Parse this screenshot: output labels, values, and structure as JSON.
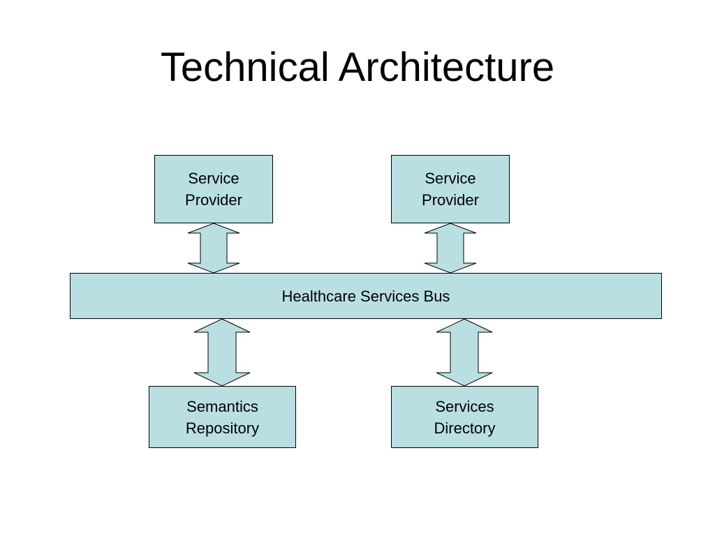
{
  "title": "Technical Architecture",
  "colors": {
    "box_fill": "#b9dfe2",
    "stroke": "#000000",
    "background": "#ffffff"
  },
  "nodes": {
    "provider_left": {
      "line1": "Service",
      "line2": "Provider"
    },
    "provider_right": {
      "line1": "Service",
      "line2": "Provider"
    },
    "bus": {
      "label": "Healthcare Services Bus"
    },
    "semantics_repository": {
      "line1": "Semantics",
      "line2": "Repository"
    },
    "services_directory": {
      "line1": "Services",
      "line2": "Directory"
    }
  },
  "connections": [
    {
      "from": "provider_left",
      "to": "bus",
      "type": "bidirectional"
    },
    {
      "from": "provider_right",
      "to": "bus",
      "type": "bidirectional"
    },
    {
      "from": "bus",
      "to": "semantics_repository",
      "type": "bidirectional"
    },
    {
      "from": "bus",
      "to": "services_directory",
      "type": "bidirectional"
    }
  ]
}
